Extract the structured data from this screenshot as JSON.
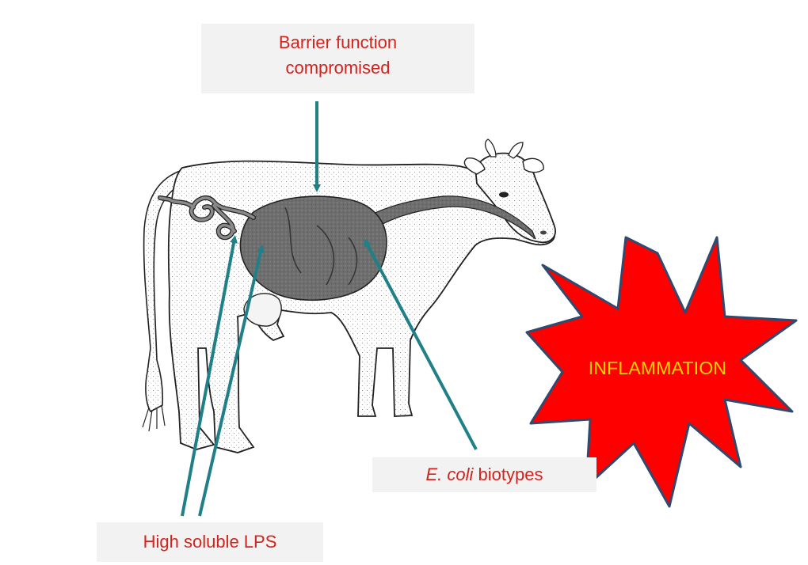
{
  "labels": {
    "barrier_line1": "Barrier function",
    "barrier_line2": "compromised",
    "ecoli_italic": "E. coli",
    "ecoli_rest": " biotypes",
    "lps": "High soluble LPS",
    "burst": "INFLAMMATION"
  },
  "colors": {
    "label_text": "#d4221c",
    "label_box_bg": "#f2f2f2",
    "arrow": "#1f8088",
    "burst_fill": "#ff0000",
    "burst_outline": "#2f4a6e",
    "burst_text": "#ffd400",
    "gut_fill": "#6e6e6e"
  },
  "icons": {
    "illustration": "cow-digestive-tract-icon",
    "burst": "starburst-icon"
  }
}
